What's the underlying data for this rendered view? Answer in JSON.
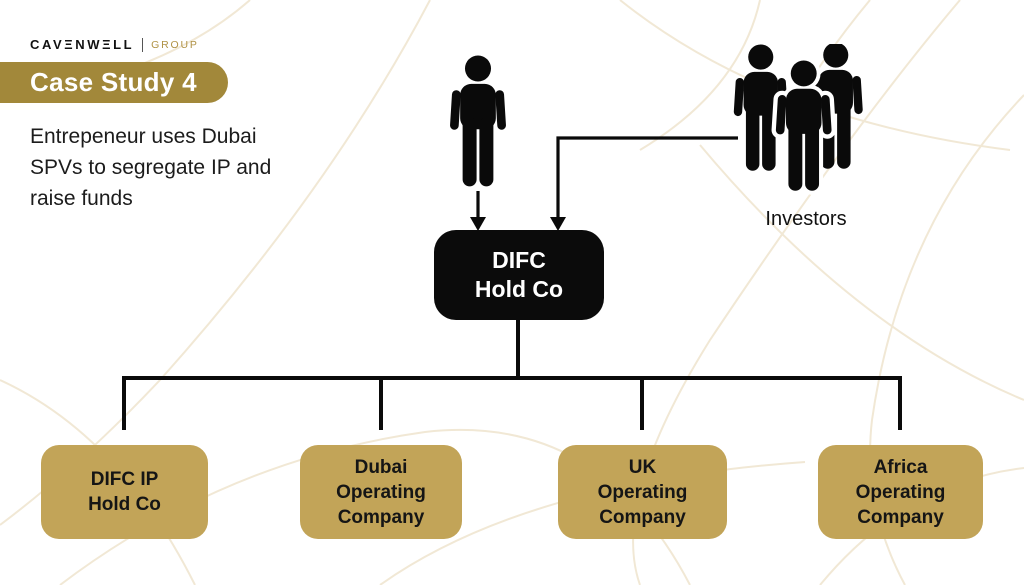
{
  "colors": {
    "background": "#ffffff",
    "badge_gold": "#a2883a",
    "box_gold": "#c2a458",
    "ink_black": "#0b0b0b",
    "logo_gold": "#b09245",
    "pattern_beige": "#f1e8d5"
  },
  "header": {
    "brand": "CAVΞNWΞLL",
    "brand_suffix": "GROUP",
    "badge_label": "Case Study 4",
    "description_lines": [
      "Entrepeneur uses Dubai",
      "SPVs to segregate IP and",
      "raise funds"
    ]
  },
  "diagram": {
    "investors_label": "Investors",
    "holdco": {
      "label_lines": [
        "DIFC",
        "Hold Co"
      ]
    },
    "subsidiaries": [
      {
        "label_lines": [
          "DIFC IP",
          "Hold Co"
        ]
      },
      {
        "label_lines": [
          "Dubai",
          "Operating",
          "Company"
        ]
      },
      {
        "label_lines": [
          "UK",
          "Operating",
          "Company"
        ]
      },
      {
        "label_lines": [
          "Africa",
          "Operating",
          "Company"
        ]
      }
    ]
  }
}
